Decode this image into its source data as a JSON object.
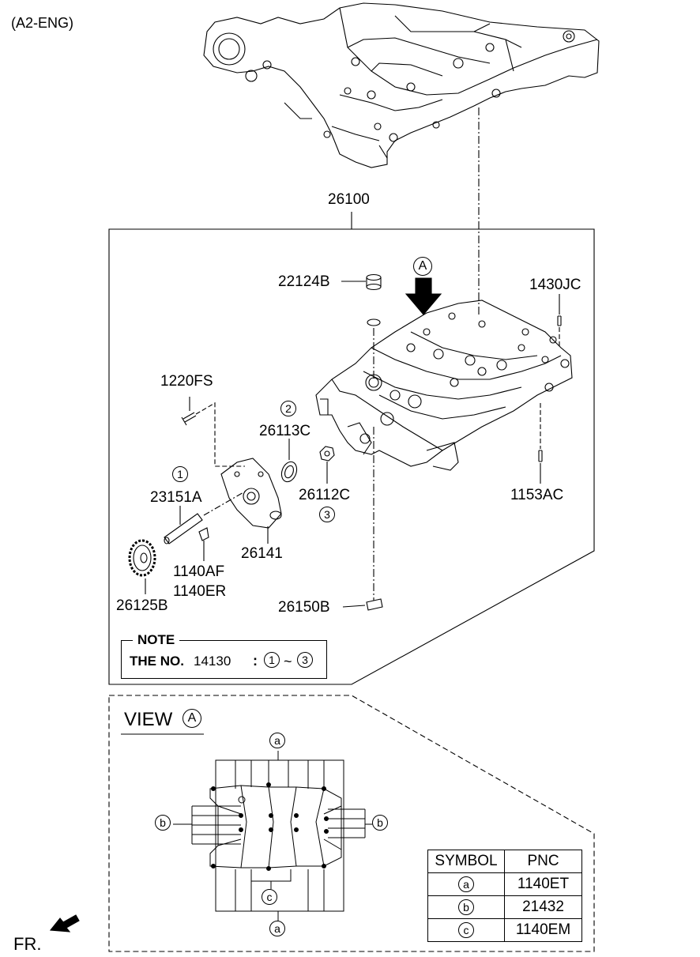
{
  "header": {
    "engine_code": "(A2-ENG)"
  },
  "assembly": {
    "main_part": "26100"
  },
  "parts": {
    "p22124B": "22124B",
    "p1430JC": "1430JC",
    "p1220FS": "1220FS",
    "p26113C": "26113C",
    "p23151A": "23151A",
    "p26112C": "26112C",
    "p1153AC": "1153AC",
    "p26141": "26141",
    "p1140AF": "1140AF",
    "p1140ER": "1140ER",
    "p26125B": "26125B",
    "p26150B": "26150B"
  },
  "callouts": {
    "c1": "1",
    "c2": "2",
    "c3": "3",
    "view_marker": "A"
  },
  "note": {
    "title": "NOTE",
    "text": "THE NO.",
    "number": "14130",
    "sep": ":",
    "from": "1",
    "tilde": "~",
    "to": "3"
  },
  "view": {
    "title": "VIEW",
    "marker": "A",
    "sym_a": "a",
    "sym_b": "b",
    "sym_c": "c"
  },
  "symbol_table": {
    "headers": [
      "SYMBOL",
      "PNC"
    ],
    "rows": [
      {
        "symbol": "a",
        "pnc": "1140ET"
      },
      {
        "symbol": "b",
        "pnc": "21432"
      },
      {
        "symbol": "c",
        "pnc": "1140EM"
      }
    ]
  },
  "direction": {
    "label": "FR."
  }
}
